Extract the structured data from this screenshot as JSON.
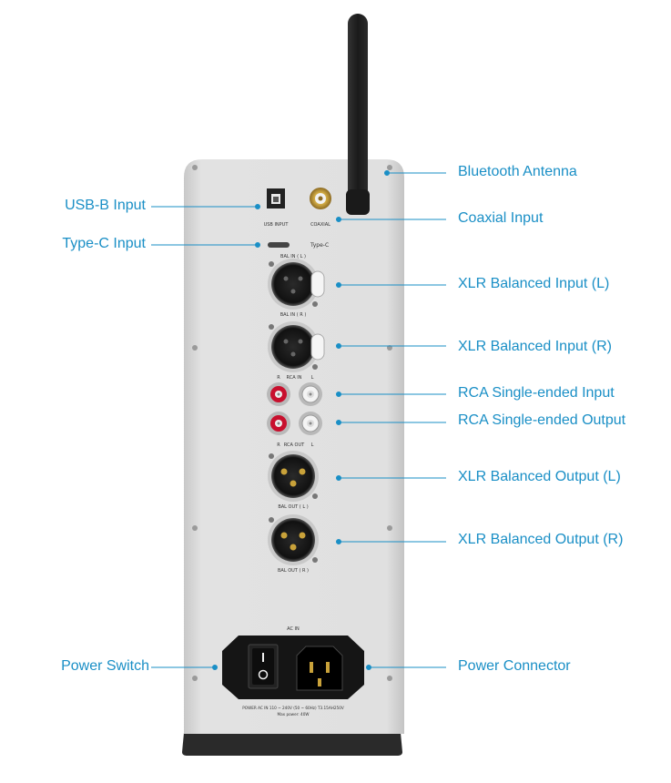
{
  "device_labels": {
    "usb_input": "USB INPUT",
    "coaxial": "COAXIAL",
    "type_c": "Type-C",
    "bal_in_l": "BAL IN ( L )",
    "bal_in_r": "BAL IN ( R )",
    "rca_in_r": "R",
    "rca_in_mid": "RCA IN",
    "rca_in_l": "L",
    "rca_out_r": "R",
    "rca_out_mid": "RCA OUT",
    "rca_out_l": "L",
    "bal_out_l": "BAL OUT ( L )",
    "bal_out_r": "BAL OUT ( R )",
    "ac_in": "AC IN",
    "power_line1": "POWER AC IN 110 ~ 240V (50 ~ 60Hz) T3.15AH250V",
    "power_line2": "Max power: 40W"
  },
  "callouts": {
    "bluetooth_antenna": "Bluetooth Antenna",
    "usb_b_input": "USB-B Input",
    "coaxial_input": "Coaxial Input",
    "type_c_input": "Type-C Input",
    "xlr_balanced_input_l": "XLR Balanced Input (L)",
    "xlr_balanced_input_r": "XLR Balanced Input (R)",
    "rca_single_ended_input": "RCA Single-ended Input",
    "rca_single_ended_output": "RCA Single-ended Output",
    "xlr_balanced_output_l": "XLR Balanced Output (L)",
    "xlr_balanced_output_r": "XLR Balanced Output (R)",
    "power_switch": "Power Switch",
    "power_connector": "Power Connector"
  },
  "colors": {
    "accent": "#1a8fc6",
    "panel": "#d9d9d9",
    "base": "#2a2a2a",
    "antenna": "#1e1e1e",
    "rca_red": "#c8102e",
    "gold": "#c9a23a"
  }
}
